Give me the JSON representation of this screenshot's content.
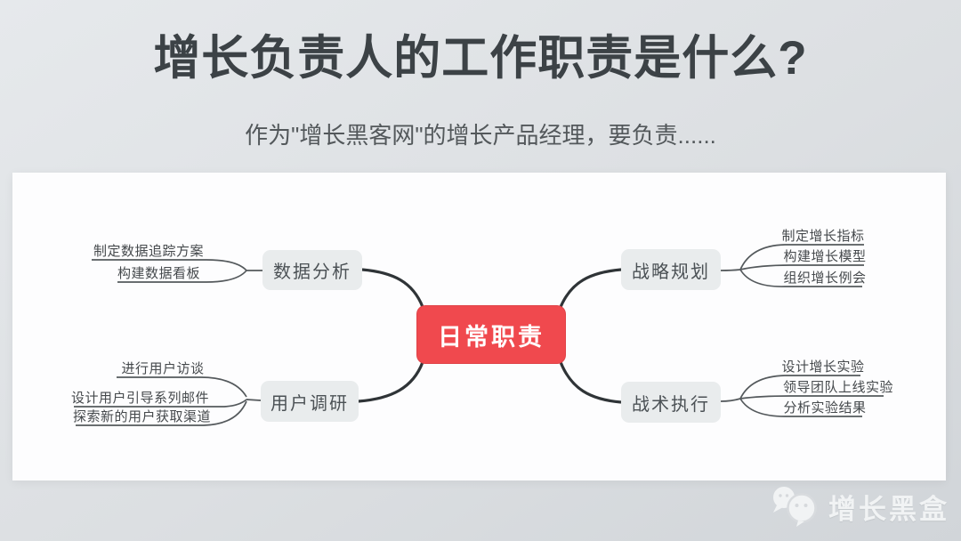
{
  "header": {
    "title": "增长负责人的工作职责是什么?",
    "subtitle": "作为\"增长黑客网\"的增长产品经理，要负责......"
  },
  "mindmap": {
    "center_label": "日常职责",
    "branch_tl": {
      "label": "数据分析",
      "leaves": [
        "制定数据追踪方案",
        "构建数据看板"
      ]
    },
    "branch_bl": {
      "label": "用户调研",
      "leaves": [
        "进行用户访谈",
        "设计用户引导系列邮件",
        "探索新的用户获取渠道"
      ]
    },
    "branch_tr": {
      "label": "战略规划",
      "leaves": [
        "制定增长指标",
        "构建增长模型",
        "组织增长例会"
      ]
    },
    "branch_br": {
      "label": "战术执行",
      "leaves": [
        "设计增长实验",
        "领导团队上线实验",
        "分析实验结果"
      ]
    }
  },
  "watermark": {
    "label": "增长黑盒",
    "icon": "wechat-chat-bubbles-icon"
  },
  "colors": {
    "page_bg": "#dcdfe2",
    "page_bg_light": "#e6e9ec",
    "page_bg_dark": "#d1d5d9",
    "card_bg": "#fdfdfe",
    "title_text": "#3c4246",
    "subtitle_text": "#53585b",
    "center_node_bg": "#f0494e",
    "center_node_text": "#ffffff",
    "branch_node_bg": "#e9eced",
    "branch_node_text": "#4b5155",
    "leaf_text": "#45494c",
    "line_dark": "#2f3437",
    "line_light": "#54595c",
    "watermark_text": "#f3f5f6"
  }
}
